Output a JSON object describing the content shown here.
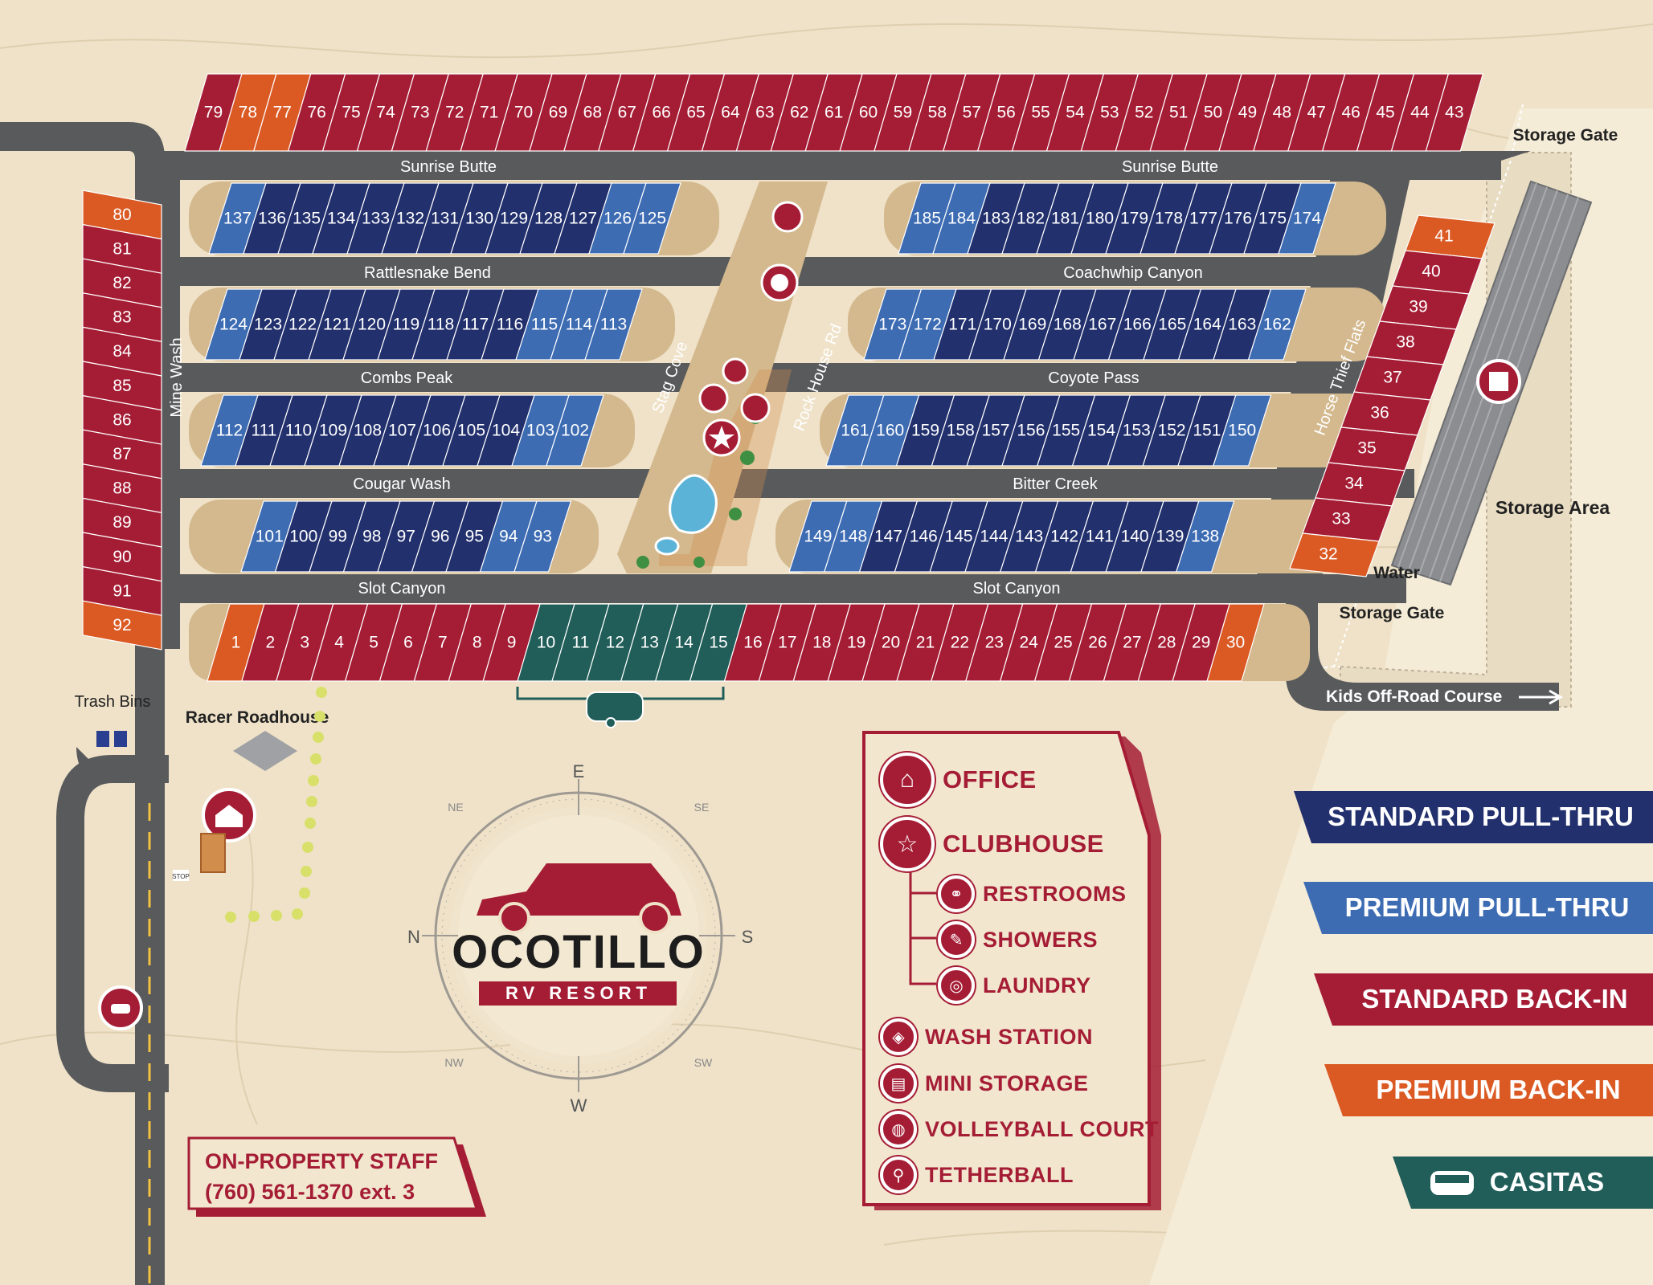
{
  "colors": {
    "standard_pull_thru": "#22306d",
    "premium_pull_thru": "#3d6cb3",
    "standard_back_in": "#a51d35",
    "premium_back_in": "#db5a24",
    "casitas": "#215e59",
    "road": "#585a5c",
    "pad": "#d4b98e",
    "ground": "#efe2c8"
  },
  "roads": {
    "sunrise_butte": "Sunrise Butte",
    "rattlesnake_bend": "Rattlesnake Bend",
    "coachwhip_canyon": "Coachwhip Canyon",
    "combs_peak": "Combs Peak",
    "coyote_pass": "Coyote Pass",
    "cougar_wash": "Cougar Wash",
    "bitter_creek": "Bitter Creek",
    "slot_canyon": "Slot Canyon",
    "mine_wash": "Mine Wash",
    "stag_cove": "Stag Cove",
    "rock_house_rd": "Rock House Rd",
    "horse_thief_flats": "Horse Thief Flats"
  },
  "labels": {
    "storage_gate": "Storage Gate",
    "storage_gate_lower": "Storage Gate",
    "water": "Water",
    "storage_area": "Storage Area",
    "kids_course": "Kids Off-Road Course",
    "trash_bins": "Trash Bins",
    "racer_roadhouse": "Racer Roadhouse",
    "stop": "STOP"
  },
  "compass": {
    "n": "N",
    "s": "S",
    "e": "E",
    "w": "W",
    "ne": "NE",
    "se": "SE",
    "nw": "NW",
    "sw": "SW"
  },
  "logo": {
    "name": "OCOTILLO",
    "sub": "RV RESORT"
  },
  "legend": {
    "office": "OFFICE",
    "clubhouse": "CLUBHOUSE",
    "restrooms": "RESTROOMS",
    "showers": "SHOWERS",
    "laundry": "LAUNDRY",
    "wash_station": "WASH STATION",
    "mini_storage": "MINI STORAGE",
    "volleyball_court": "VOLLEYBALL COURT",
    "tetherball": "TETHERBALL"
  },
  "categories": {
    "standard_pull_thru": "STANDARD PULL-THRU",
    "premium_pull_thru": "PREMIUM PULL-THRU",
    "standard_back_in": "STANDARD BACK-IN",
    "premium_back_in": "PREMIUM BACK-IN",
    "casitas": "CASITAS"
  },
  "staff": {
    "title": "ON-PROPERTY STAFF",
    "phone": "(760) 561-1370 ext. 3"
  },
  "sites": {
    "top_row": [
      "79",
      "78",
      "77",
      "76",
      "75",
      "74",
      "73",
      "72",
      "71",
      "70",
      "69",
      "68",
      "67",
      "66",
      "65",
      "64",
      "63",
      "62",
      "61",
      "60",
      "59",
      "58",
      "57",
      "56",
      "55",
      "54",
      "53",
      "52",
      "51",
      "50",
      "49",
      "48",
      "47",
      "46",
      "45",
      "44",
      "43"
    ],
    "top_row_types": [
      "SB",
      "PB",
      "PB",
      "SB",
      "SB",
      "SB",
      "SB",
      "SB",
      "SB",
      "SB",
      "SB",
      "SB",
      "SB",
      "SB",
      "SB",
      "SB",
      "SB",
      "SB",
      "SB",
      "SB",
      "SB",
      "SB",
      "SB",
      "SB",
      "SB",
      "SB",
      "SB",
      "SB",
      "SB",
      "SB",
      "SB",
      "SB",
      "SB",
      "SB",
      "SB",
      "SB",
      "SB"
    ],
    "left_col": [
      "80",
      "81",
      "82",
      "83",
      "84",
      "85",
      "86",
      "87",
      "88",
      "89",
      "90",
      "91",
      "92"
    ],
    "left_col_types": [
      "PB",
      "SB",
      "SB",
      "SB",
      "SB",
      "SB",
      "SB",
      "SB",
      "SB",
      "SB",
      "SB",
      "SB",
      "PB"
    ],
    "bottom_row": [
      "1",
      "2",
      "3",
      "4",
      "5",
      "6",
      "7",
      "8",
      "9",
      "10",
      "11",
      "12",
      "13",
      "14",
      "15",
      "16",
      "17",
      "18",
      "19",
      "20",
      "21",
      "22",
      "23",
      "24",
      "25",
      "26",
      "27",
      "28",
      "29",
      "30"
    ],
    "bottom_row_types": [
      "PB",
      "SB",
      "SB",
      "SB",
      "SB",
      "SB",
      "SB",
      "SB",
      "SB",
      "C",
      "C",
      "C",
      "C",
      "C",
      "C",
      "SB",
      "SB",
      "SB",
      "SB",
      "SB",
      "SB",
      "SB",
      "SB",
      "SB",
      "SB",
      "SB",
      "SB",
      "SB",
      "SB",
      "PB"
    ],
    "right_diag": [
      "41",
      "40",
      "39",
      "38",
      "37",
      "36",
      "35",
      "34",
      "33",
      "32"
    ],
    "right_diag_types": [
      "PB",
      "SB",
      "SB",
      "SB",
      "SB",
      "SB",
      "SB",
      "SB",
      "SB",
      "PB"
    ],
    "row_a_left": [
      "137",
      "136",
      "135",
      "134",
      "133",
      "132",
      "131",
      "130",
      "129",
      "128",
      "127",
      "126",
      "125"
    ],
    "row_a_left_types": [
      "PP",
      "SP",
      "SP",
      "SP",
      "SP",
      "SP",
      "SP",
      "SP",
      "SP",
      "SP",
      "SP",
      "PP",
      "PP"
    ],
    "row_a_right": [
      "185",
      "184",
      "183",
      "182",
      "181",
      "180",
      "179",
      "178",
      "177",
      "176",
      "175",
      "174"
    ],
    "row_a_right_types": [
      "PP",
      "PP",
      "SP",
      "SP",
      "SP",
      "SP",
      "SP",
      "SP",
      "SP",
      "SP",
      "SP",
      "PP"
    ],
    "row_b_left": [
      "124",
      "123",
      "122",
      "121",
      "120",
      "119",
      "118",
      "117",
      "116",
      "115",
      "114",
      "113"
    ],
    "row_b_left_types": [
      "PP",
      "SP",
      "SP",
      "SP",
      "SP",
      "SP",
      "SP",
      "SP",
      "SP",
      "PP",
      "PP",
      "PP"
    ],
    "row_b_right": [
      "173",
      "172",
      "171",
      "170",
      "169",
      "168",
      "167",
      "166",
      "165",
      "164",
      "163",
      "162"
    ],
    "row_b_right_types": [
      "PP",
      "PP",
      "SP",
      "SP",
      "SP",
      "SP",
      "SP",
      "SP",
      "SP",
      "SP",
      "SP",
      "PP"
    ],
    "row_c_left": [
      "112",
      "111",
      "110",
      "109",
      "108",
      "107",
      "106",
      "105",
      "104",
      "103",
      "102"
    ],
    "row_c_left_types": [
      "PP",
      "SP",
      "SP",
      "SP",
      "SP",
      "SP",
      "SP",
      "SP",
      "SP",
      "PP",
      "PP"
    ],
    "row_c_right": [
      "161",
      "160",
      "159",
      "158",
      "157",
      "156",
      "155",
      "154",
      "153",
      "152",
      "151",
      "150"
    ],
    "row_c_right_types": [
      "PP",
      "PP",
      "SP",
      "SP",
      "SP",
      "SP",
      "SP",
      "SP",
      "SP",
      "SP",
      "SP",
      "PP"
    ],
    "row_d_left": [
      "101",
      "100",
      "99",
      "98",
      "97",
      "96",
      "95",
      "94",
      "93"
    ],
    "row_d_left_types": [
      "PP",
      "SP",
      "SP",
      "SP",
      "SP",
      "SP",
      "SP",
      "PP",
      "PP"
    ],
    "row_d_right": [
      "149",
      "148",
      "147",
      "146",
      "145",
      "144",
      "143",
      "142",
      "141",
      "140",
      "139",
      "138"
    ],
    "row_d_right_types": [
      "PP",
      "PP",
      "SP",
      "SP",
      "SP",
      "SP",
      "SP",
      "SP",
      "SP",
      "SP",
      "SP",
      "PP"
    ]
  }
}
